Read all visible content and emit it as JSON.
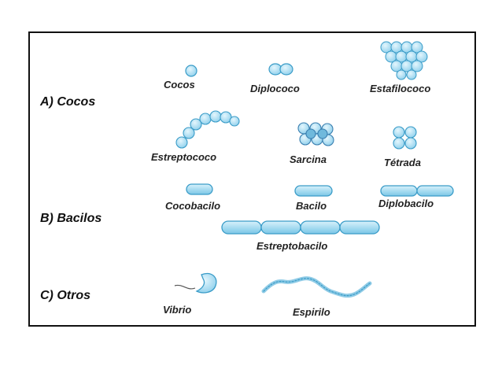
{
  "sections": {
    "cocos": "A) Cocos",
    "bacilos": "B) Bacilos",
    "otros": "C) Otros"
  },
  "labels": {
    "cocos": "Cocos",
    "diplococo": "Diplococo",
    "estafilococo": "Estafilococo",
    "estreptococo": "Estreptococo",
    "sarcina": "Sarcina",
    "tetrada": "Tétrada",
    "cocobacilo": "Cocobacilo",
    "bacilo": "Bacilo",
    "diplobacilo": "Diplobacilo",
    "estreptobacilo": "Estreptobacilo",
    "vibrio": "Vibrio",
    "espirilo": "Espirilo"
  },
  "colors": {
    "cell_fill": "#a8dcf0",
    "cell_stroke": "#3a9cc8",
    "frame": "#111111",
    "text": "#222222"
  }
}
